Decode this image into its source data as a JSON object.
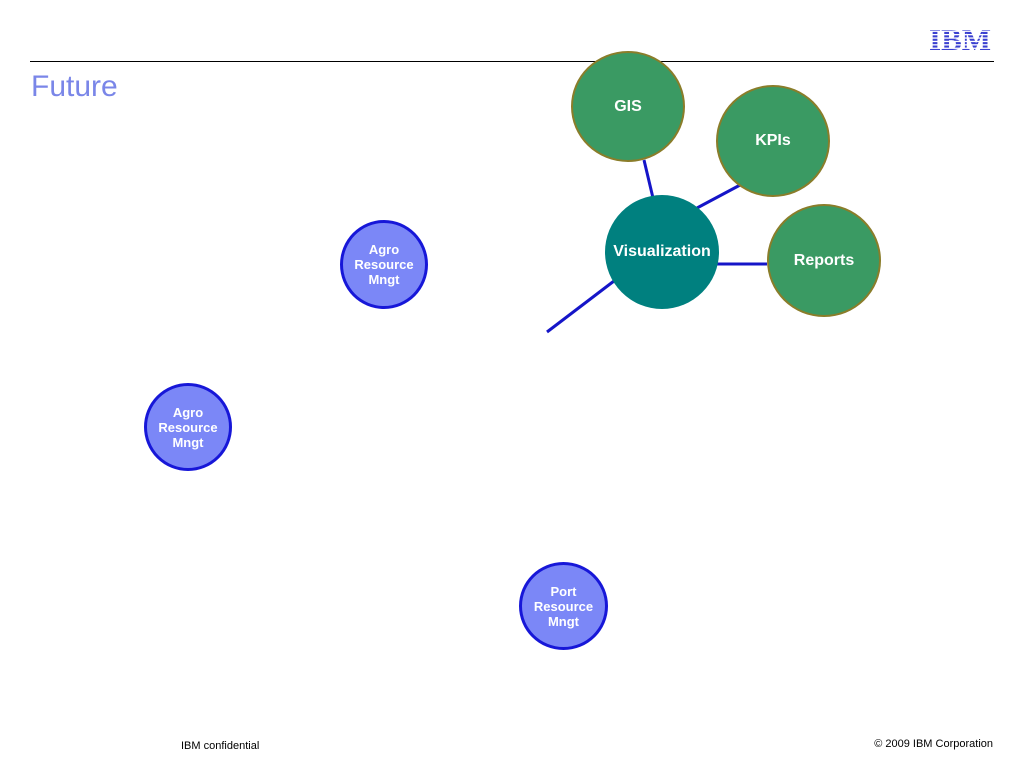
{
  "slide": {
    "title": "Future",
    "logo_text": "IBM",
    "footer_left": "IBM confidential",
    "footer_right": "© 2009 IBM Corporation"
  },
  "nodes": {
    "gis": "GIS",
    "kpis": "KPIs",
    "visualization": "Visualization",
    "reports": "Reports",
    "agro_top": "Agro\nResource\nMngt",
    "agro_left": "Agro\nResource\nMngt",
    "port": "Port\nResource\nMngt"
  },
  "colors": {
    "title": "#7a86e8",
    "green_node": "#3a9a63",
    "green_border": "#8a7d2a",
    "teal_node": "#00807f",
    "blue_node": "#7b87f7",
    "blue_border": "#1717d8",
    "connector": "#1515c8",
    "logo": "#3a3fd0"
  }
}
